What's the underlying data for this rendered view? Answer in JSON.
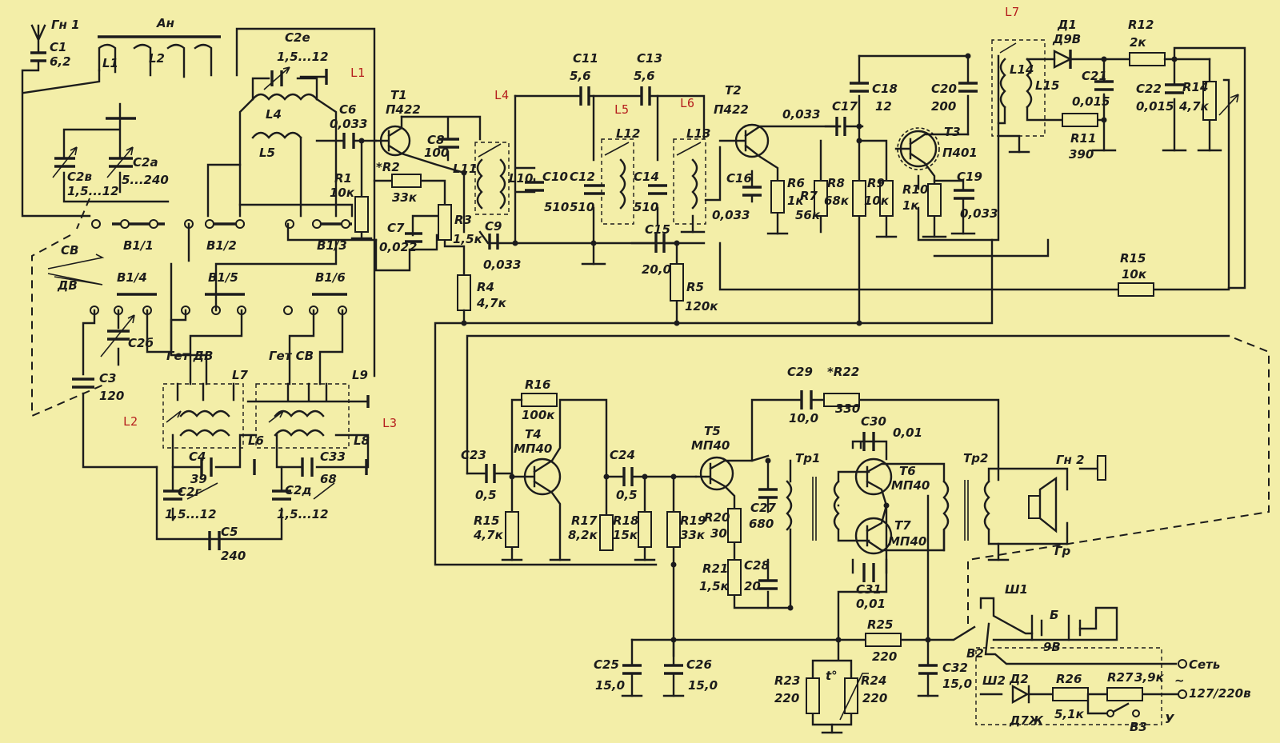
{
  "schematic": {
    "colors": {
      "paper": "#f3eea8",
      "ink": "#1c1c1c",
      "annotation": "#b51d1d"
    },
    "annotations": [
      "L1",
      "L2",
      "L3",
      "L4",
      "L5",
      "L6",
      "L7"
    ],
    "labels": {
      "gn1": "Гн 1",
      "c1": "C1",
      "c1v": "6,2",
      "an": "Ан",
      "l1": "L1",
      "l2": "L2",
      "c2e": "C2е",
      "c2ev": "1,5...12",
      "l4": "L4",
      "l5": "L5",
      "c2v": "C2в",
      "c2vv": "1,5...12",
      "c2a": "C2а",
      "c2av": "5...240",
      "c6": "C6",
      "c6v": "0,033",
      "r1": "R1",
      "r1v": "10к",
      "t1": "T1",
      "t1v": "П422",
      "c8": "C8",
      "c8v": "100",
      "r2": "*R2",
      "r2v": "33к",
      "r3": "R3",
      "r3v": "1,5к",
      "c7": "C7",
      "c7v": "0,022",
      "c9": "C9",
      "c9v": "0,033",
      "r4": "R4",
      "r4v": "4,7к",
      "l11": "L11",
      "l10": "L10",
      "c10": "C10",
      "c10v": "510",
      "c11": "C11",
      "c11v": "5,6",
      "c12": "C12",
      "c12v": "510",
      "l12": "L12",
      "c13": "C13",
      "c13v": "5,6",
      "c14": "C14",
      "c14v": "510",
      "l13": "L13",
      "c15": "C15",
      "c15v": "20,0",
      "r5": "R5",
      "r5v": "120к",
      "t2": "T2",
      "t2v": "П422",
      "c16": "C16",
      "c16v": "0,033",
      "r6": "R6",
      "r6v": "1к",
      "r7": "R7",
      "r7v": "56к",
      "c17": "C17",
      "c17v": "0,033",
      "r8": "R8",
      "r8v": "68к",
      "r9": "R9",
      "r9v": "10к",
      "c18": "C18",
      "c18v": "12",
      "c20": "C20",
      "c20v": "200",
      "l14": "L14",
      "l15": "L15",
      "t3": "T3",
      "t3v": "П401",
      "r10": "R10",
      "r10v": "1к",
      "c19": "C19",
      "c19v": "0,033",
      "d1": "Д1",
      "d1v": "Д9В",
      "r12": "R12",
      "r12v": "2к",
      "c21": "C21",
      "c21v": "0,015",
      "r11": "R11",
      "r11v": "390",
      "c22": "C22",
      "c22v": "0,015",
      "r14": "R14",
      "r14v": "4,7к",
      "r15": "R15",
      "r15v": "10к",
      "sv": "СВ",
      "dv": "ДВ",
      "v11": "В1/1",
      "v12": "В1/2",
      "v13": "В1/3",
      "v14": "В1/4",
      "v15": "В1/5",
      "v16": "В1/6",
      "c2b": "C2б",
      "c3": "C3",
      "c3v": "120",
      "getdv": "Гет ДВ",
      "getsv": "Гет СВ",
      "l7": "L7",
      "l9": "L9",
      "l6": "L6",
      "l8": "L8",
      "c4": "C4",
      "c4v": "39",
      "c33": "C33",
      "c33v": "68",
      "c2g": "C2г",
      "c2gv": "1,5...12",
      "c2d": "C2д",
      "c2dv": "1,5...12",
      "c5": "C5",
      "c5v": "240",
      "r16": "R16",
      "r16v": "100к",
      "t4": "T4",
      "t4v": "МП40",
      "c23": "C23",
      "c23v": "0,5",
      "r15b": "R15",
      "r15bv": "4,7к",
      "r17": "R17",
      "r17v": "8,2к",
      "c24": "C24",
      "c24v": "0,5",
      "r18": "R18",
      "r18v": "15к",
      "r19": "R19",
      "r19v": "33к",
      "t5": "T5",
      "t5v": "МП40",
      "r20": "R20",
      "r20v": "30",
      "c27": "C27",
      "c27v": "680",
      "r21": "R21",
      "r21v": "1,5к",
      "c28": "C28",
      "c28v": "20",
      "c29": "C29",
      "c29v": "10,0",
      "r22": "*R22",
      "r22v": "330",
      "c30": "C30",
      "c30v": "0,01",
      "tp1": "Тр1",
      "t6": "T6",
      "t6v": "МП40",
      "t7": "T7",
      "t7v": "МП40",
      "c31": "C31",
      "c31v": "0,01",
      "tp2": "Тр2",
      "gn2": "Гн 2",
      "gr": "Гр",
      "c25": "C25",
      "c25v": "15,0",
      "c26": "C26",
      "c26v": "15,0",
      "r25": "R25",
      "r25v": "220",
      "r23": "R23",
      "r23v": "220",
      "r24": "R24",
      "r24v": "220",
      "tdeg": "t°",
      "c32": "C32",
      "c32v": "15,0",
      "v2": "В2",
      "sh1": "Ш1",
      "b": "Б",
      "bv": "9В",
      "set": "Сеть",
      "setv": "127/220в",
      "sh2": "Ш2",
      "d2": "Д2",
      "d2v": "Д7Ж",
      "r26": "R26",
      "r26v": "5,1к",
      "r27": "R27",
      "r27v": "3,9к",
      "v3": "В3",
      "u": "У",
      "tilde": "~"
    }
  }
}
